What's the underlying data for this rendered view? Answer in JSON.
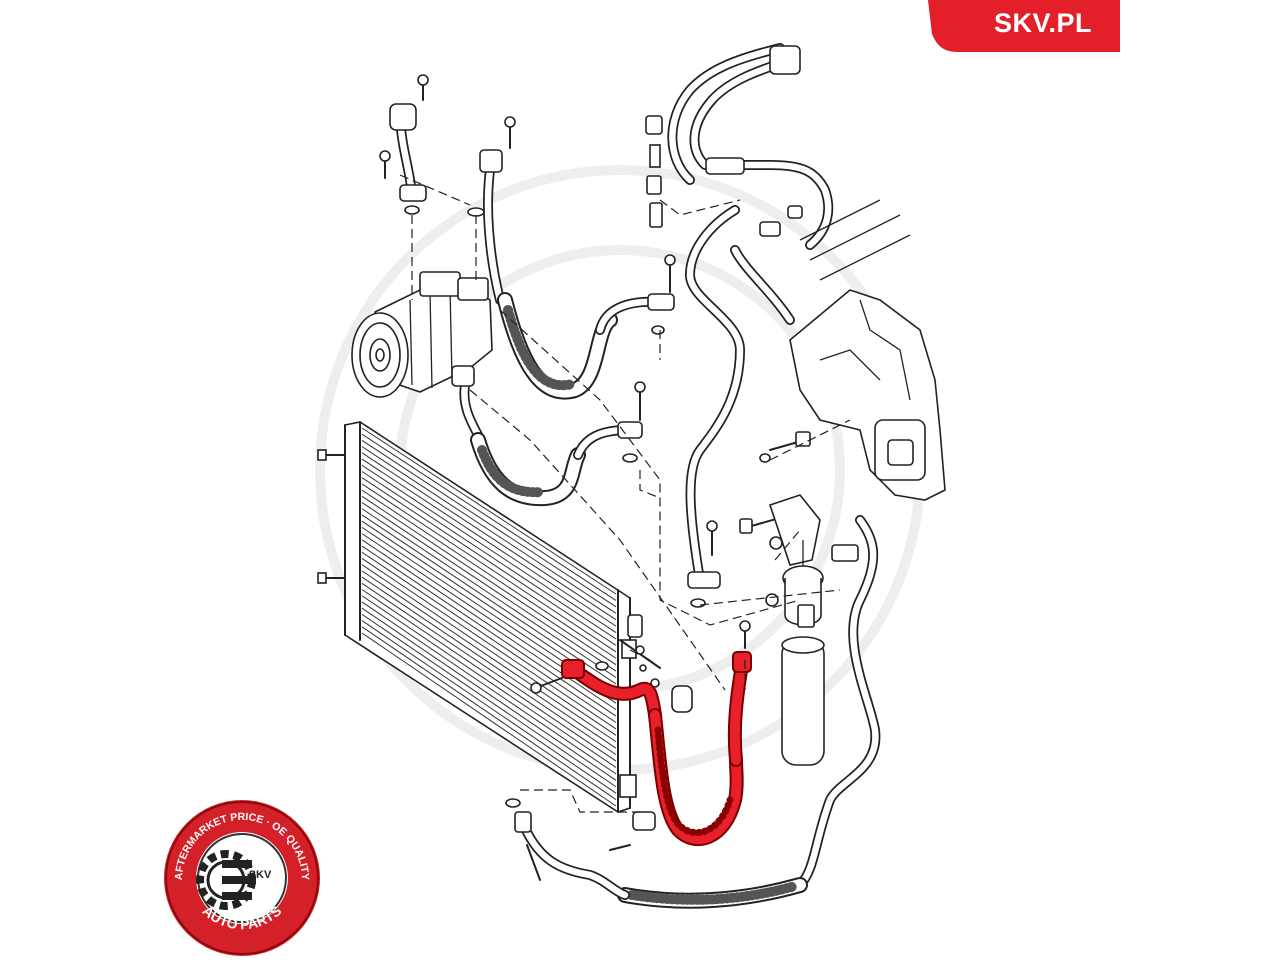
{
  "brand": {
    "logo_text": "SKV.PL",
    "banner_color": "#e3202a"
  },
  "seal": {
    "arc_top": "AFTERMARKET PRICE · OE QUALITY",
    "arc_bottom": "AUTO PARTS",
    "center_label": "SKV",
    "ring_color": "#d42028"
  },
  "diagram": {
    "highlight_color": "#e8202a",
    "highlighted_part": "ac-refrigerant-hose"
  }
}
